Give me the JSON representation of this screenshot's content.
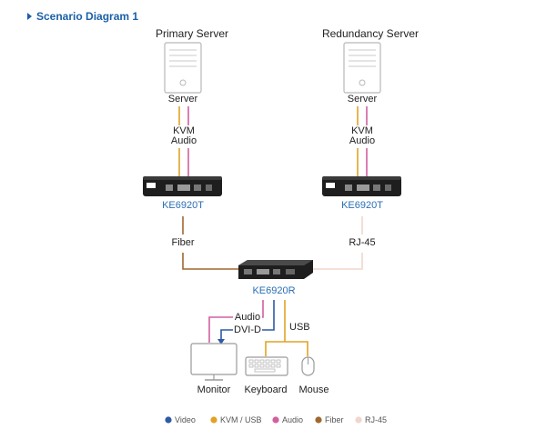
{
  "title": "Scenario Diagram 1",
  "colors": {
    "accent": "#1b5fa8",
    "video": "#2d5aa6",
    "kvm_usb": "#e0a326",
    "audio": "#d35fa0",
    "fiber": "#a0682f",
    "rj45": "#f0d6cb",
    "model_text": "#2a6eb5"
  },
  "primary": {
    "heading": "Primary Server",
    "server_label": "Server",
    "cable_label_1": "KVM",
    "cable_label_2": "Audio",
    "model": "KE6920T",
    "link_label": "Fiber"
  },
  "redundancy": {
    "heading": "Redundancy Server",
    "server_label": "Server",
    "cable_label_1": "KVM",
    "cable_label_2": "Audio",
    "model": "KE6920T",
    "link_label": "RJ-45"
  },
  "receiver": {
    "model": "KE6920R",
    "audio_label": "Audio",
    "dvi_label": "DVI-D",
    "usb_label": "USB"
  },
  "devices": {
    "monitor": "Monitor",
    "keyboard": "Keyboard",
    "mouse": "Mouse"
  },
  "legend": [
    {
      "label": "Video",
      "color": "#2d5aa6"
    },
    {
      "label": "KVM / USB",
      "color": "#e0a326"
    },
    {
      "label": "Audio",
      "color": "#d35fa0"
    },
    {
      "label": "Fiber",
      "color": "#a0682f"
    },
    {
      "label": "RJ-45",
      "color": "#f0d6cb"
    }
  ]
}
